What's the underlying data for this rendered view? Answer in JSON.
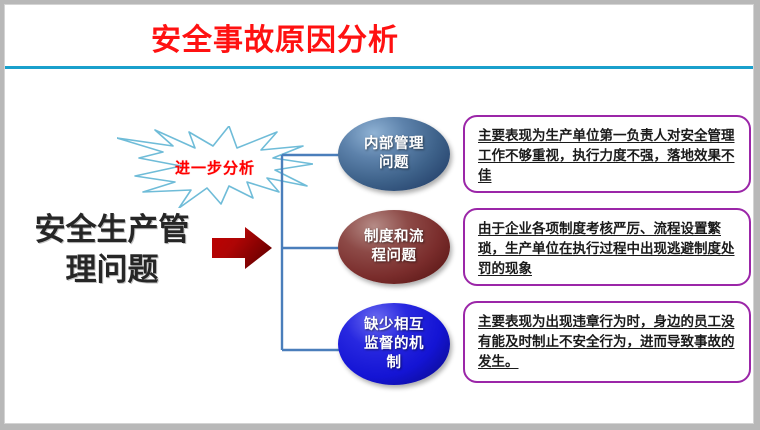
{
  "slide": {
    "title": "安全事故原因分析",
    "title_color": "#FF1111",
    "rule_color": "#19A0CC",
    "background": "#FFFFFF"
  },
  "main_subject": {
    "label": "安全生产管\n理问题",
    "line1": "安全生产管",
    "line2": "理问题",
    "color": "#262626"
  },
  "arrow": {
    "name": "red-block-arrow",
    "direction": "right",
    "color": "#B00000"
  },
  "burst": {
    "label": "进一步分析",
    "text_color": "#FF0000",
    "stroke_color": "#6FBCD8",
    "fill_color": "#FFFFFF"
  },
  "connector": {
    "color": "#4A7EBB",
    "style": "bracket"
  },
  "nodes": [
    {
      "id": "node-0",
      "label": "内部管理\n问题",
      "line1": "内部管理",
      "line2": "问题",
      "line3": "",
      "color": "#3D6189",
      "description": "主要表现为生产单位第一负责人对安全管理工作不够重视，执行力度不强，落地效果不佳"
    },
    {
      "id": "node-1",
      "label": "制度和流\n程问题",
      "line1": "制度和流",
      "line2": "程问题",
      "line3": "",
      "color": "#7A2D2C",
      "description": "由于企业各项制度考核严厉、流程设置繁琐，生产单位在执行过程中出现逃避制度处罚的现象"
    },
    {
      "id": "node-2",
      "label": "缺少相互\n监督的机\n制",
      "line1": "缺少相互",
      "line2": "监督的机",
      "line3": "制",
      "color": "#1414D4",
      "description": "主要表现为出现违章行为时，身边的员工没有能及时制止不安全行为，进而导致事故的发生。"
    }
  ],
  "desc_box": {
    "border_color": "#9B26A8",
    "text_color": "#1A1A1A"
  }
}
